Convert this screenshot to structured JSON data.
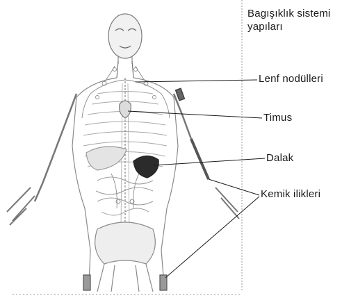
{
  "title": "Bagışıklık sistemi yapıları",
  "labels": {
    "lymph_nodes": "Lenf nodülleri",
    "thymus": "Timus",
    "spleen": "Dalak",
    "bone_marrow": "Kemik ilikleri"
  },
  "colors": {
    "ink": "#1a1a1a",
    "sketch": "#7a7a7a",
    "spleen": "#2b2b2b",
    "background": "#ffffff"
  }
}
